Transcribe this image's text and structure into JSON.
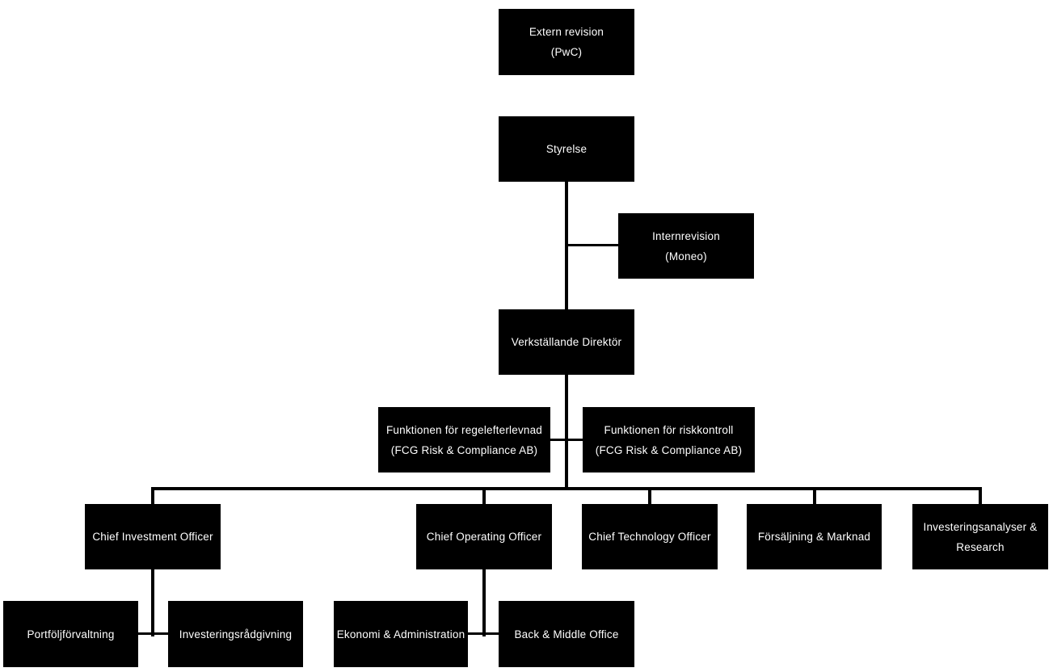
{
  "page": {
    "background_color": "#ffffff",
    "box_background_color": "#000000",
    "box_text_color": "#ffffff",
    "connector_color": "#000000"
  },
  "nodes": {
    "extern": {
      "line1": "Extern revision",
      "line2": "(PwC)"
    },
    "styrelse": {
      "line1": "Styrelse",
      "line2": ""
    },
    "intern": {
      "line1": "Internrevision",
      "line2": "(Moneo)"
    },
    "vd": {
      "line1": "Verkställande Direktör",
      "line2": ""
    },
    "regel": {
      "line1": "Funktionen för regelefterlevnad",
      "line2": "(FCG Risk & Compliance AB)"
    },
    "risk": {
      "line1": "Funktionen för riskkontroll",
      "line2": "(FCG Risk & Compliance AB)"
    },
    "cio": {
      "line1": "Chief Investment Officer",
      "line2": ""
    },
    "coo": {
      "line1": "Chief Operating Officer",
      "line2": ""
    },
    "cto": {
      "line1": "Chief Technology Officer",
      "line2": ""
    },
    "forsaljning": {
      "line1": "Försäljning & Marknad",
      "line2": ""
    },
    "invest": {
      "line1": "Investeringsanalyser &",
      "line2": "Research"
    },
    "portfolj": {
      "line1": "Portföljförvaltning",
      "line2": ""
    },
    "radgivning": {
      "line1": "Investeringsrådgivning",
      "line2": ""
    },
    "ekonomi": {
      "line1": "Ekonomi & Administration",
      "line2": ""
    },
    "backmiddle": {
      "line1": "Back & Middle Office",
      "line2": ""
    }
  }
}
